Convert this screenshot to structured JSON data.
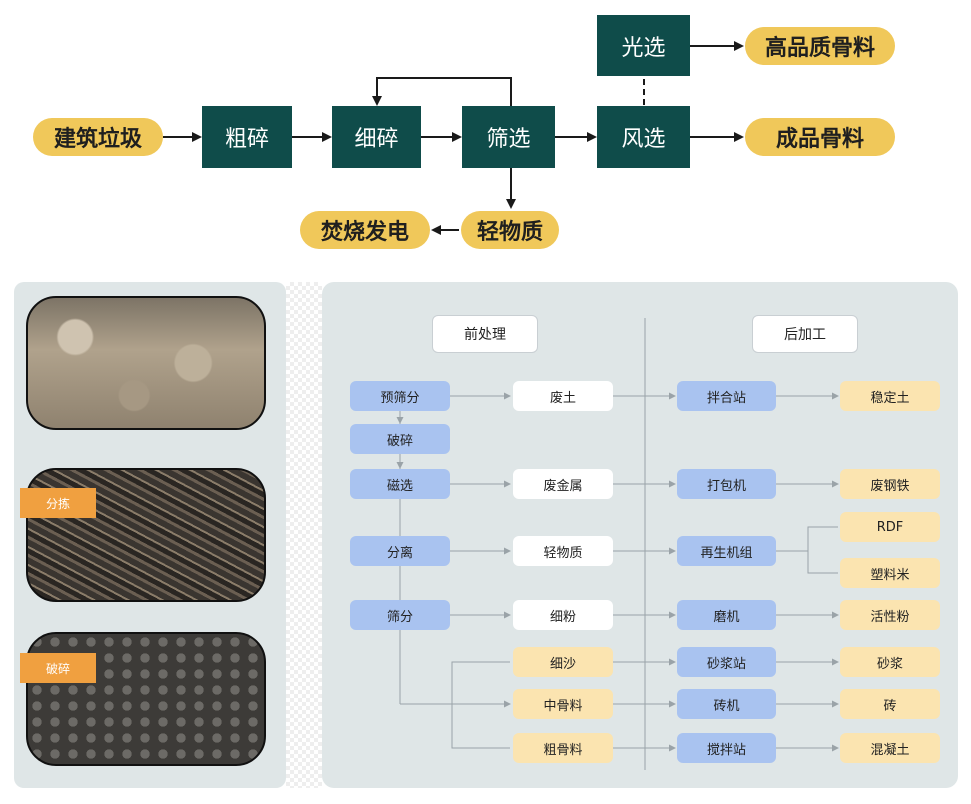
{
  "top_flow": {
    "input": "建筑垃圾",
    "coarse_crush": "粗碎",
    "fine_crush": "细碎",
    "screening": "筛选",
    "air_separation": "风选",
    "optical_sorting": "光选",
    "high_quality": "高品质骨料",
    "finished": "成品骨料",
    "light_matter": "轻物质",
    "incineration": "焚烧发电"
  },
  "left_panel": {
    "tag_sort": "分拣",
    "tag_crush": "破碎"
  },
  "right_panel": {
    "header_pre": "前处理",
    "header_post": "后加工",
    "pre_steps": [
      "预筛分",
      "破碎",
      "磁选",
      "分离",
      "筛分"
    ],
    "outputs": [
      "废土",
      "废金属",
      "轻物质",
      "细粉",
      "细沙",
      "中骨料",
      "粗骨料"
    ],
    "machines": [
      "拌合站",
      "打包机",
      "再生机组",
      "磨机",
      "砂浆站",
      "砖机",
      "搅拌站"
    ],
    "products": [
      "稳定土",
      "废钢铁",
      "RDF",
      "塑料米",
      "活性粉",
      "砂浆",
      "砖",
      "混凝土"
    ]
  }
}
